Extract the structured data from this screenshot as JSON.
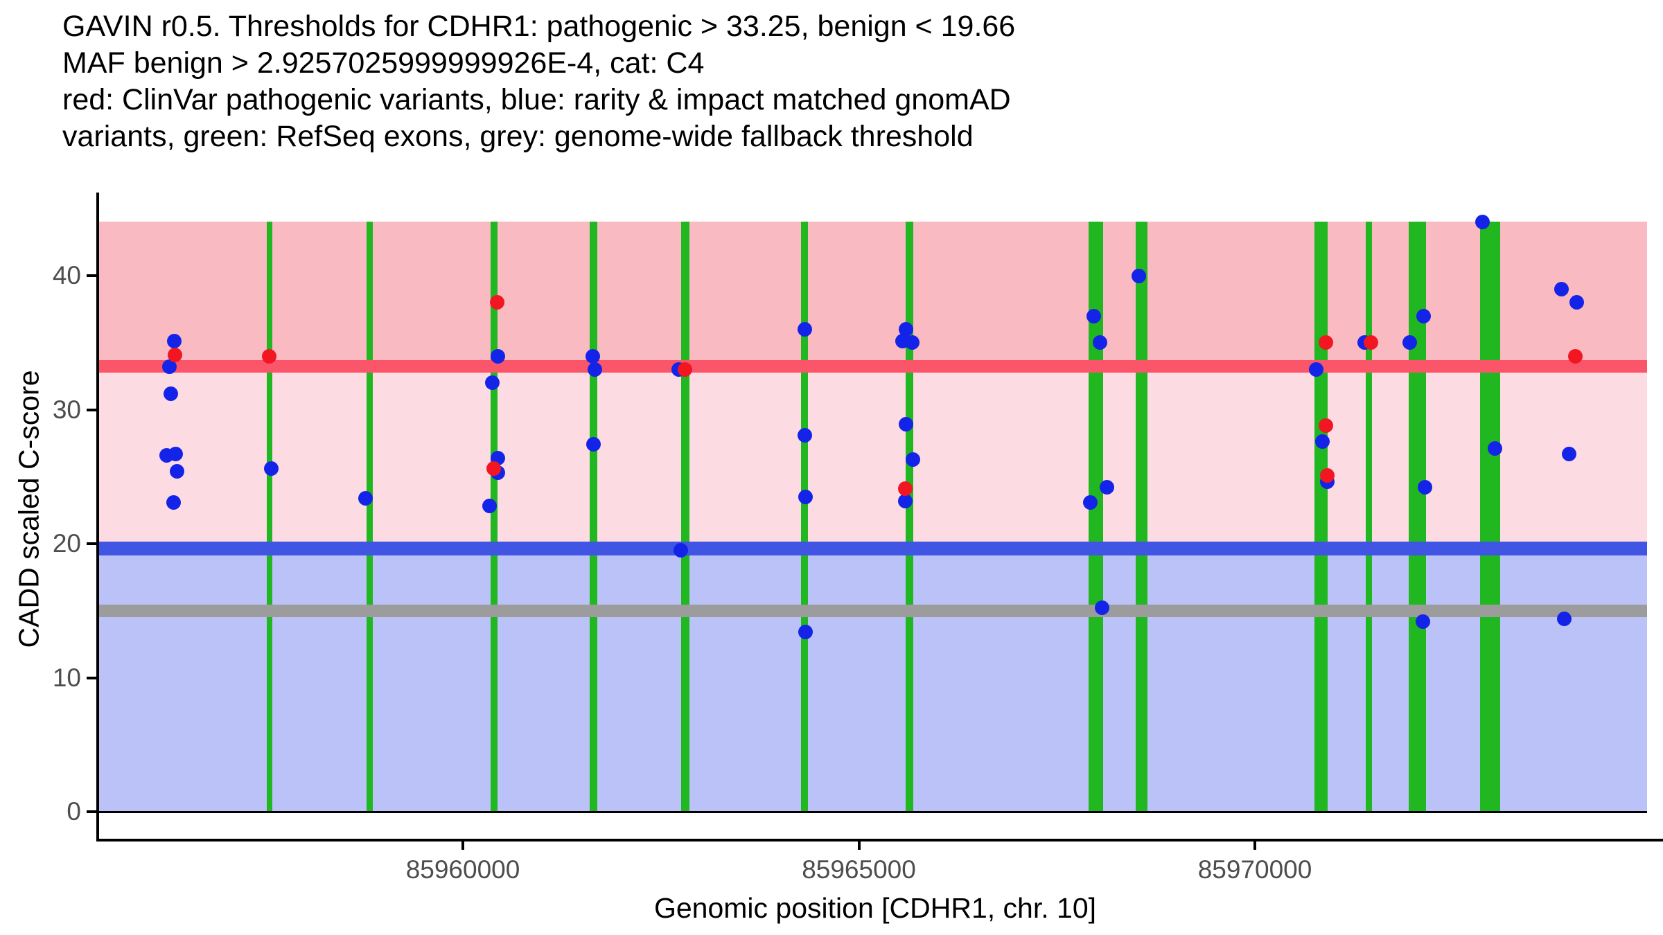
{
  "title_lines": [
    "GAVIN r0.5. Thresholds for CDHR1: pathogenic > 33.25, benign < 19.66",
    "MAF benign > 2.9257025999999926E-4, cat: C4",
    "red: ClinVar pathogenic variants, blue: rarity & impact matched gnomAD",
    "variants, green: RefSeq exons, grey: genome-wide fallback threshold"
  ],
  "axes": {
    "y_label": "CADD scaled C-score",
    "x_label": "Genomic position [CDHR1, chr. 10]",
    "y_ticks": [
      {
        "value": 0,
        "label": "0"
      },
      {
        "value": 10,
        "label": "10"
      },
      {
        "value": 20,
        "label": "20"
      },
      {
        "value": 30,
        "label": "30"
      },
      {
        "value": 40,
        "label": "40"
      }
    ],
    "x_ticks": [
      {
        "pos": 85960000,
        "label": "85960000"
      },
      {
        "pos": 85965000,
        "label": "85965000"
      },
      {
        "pos": 85970000,
        "label": "85970000"
      }
    ]
  },
  "colors": {
    "pathogenic_band": "#F9BAC1",
    "uncertain_band": "#FCDCE2",
    "benign_band": "#BAC2F8",
    "pathogenic_line": "#FA5569",
    "benign_line": "#4155E4",
    "fallback_line": "#9C9C9C",
    "exon_green": "#20B720",
    "clinvar_red": "#F21522",
    "gnomad_blue": "#1423E8",
    "axis_black": "#000000",
    "tick_grey": "#4d4d4d"
  },
  "chart_data": {
    "type": "scatter",
    "title": "GAVIN r0.5. Thresholds for CDHR1",
    "xlabel": "Genomic position [CDHR1, chr. 10]",
    "ylabel": "CADD scaled C-score",
    "xlim": [
      85955390,
      85975160
    ],
    "ylim": [
      0,
      44.03
    ],
    "grid": false,
    "legend_position": "none",
    "thresholds": {
      "pathogenic_gt": 33.25,
      "benign_lt": 19.66,
      "genome_wide_fallback": 15.0,
      "maf_benign_gt": "2.9257025999999926E-4",
      "category": "C4"
    },
    "bands": [
      {
        "name": "pathogenic-zone",
        "from": 33.25,
        "to": 44.03
      },
      {
        "name": "uncertain-zone",
        "from": 19.66,
        "to": 33.25
      },
      {
        "name": "benign-zone",
        "from": 0,
        "to": 19.66
      }
    ],
    "band_x_range": [
      85955390,
      85974950
    ],
    "exons_pos_widthbp": [
      [
        85957558,
        70
      ],
      [
        85958827,
        79
      ],
      [
        85960394,
        88
      ],
      [
        85961646,
        96
      ],
      [
        85962810,
        105
      ],
      [
        85964316,
        88
      ],
      [
        85965638,
        96
      ],
      [
        85967993,
        184
      ],
      [
        85968570,
        149
      ],
      [
        85970838,
        166
      ],
      [
        85971442,
        79
      ],
      [
        85972055,
        219
      ],
      [
        85972974,
        254
      ]
    ],
    "series": [
      {
        "name": "ClinVar pathogenic variants",
        "color_key": "clinvar_red",
        "points_pos_cadd": [
          [
            85956368,
            34.1
          ],
          [
            85957557,
            34.0
          ],
          [
            85960429,
            38.0
          ],
          [
            85960385,
            25.6
          ],
          [
            85962801,
            33.0
          ],
          [
            85965585,
            24.1
          ],
          [
            85970899,
            35.0
          ],
          [
            85970899,
            28.8
          ],
          [
            85970917,
            25.1
          ],
          [
            85971468,
            35.0
          ],
          [
            85974050,
            34.0
          ]
        ]
      },
      {
        "name": "rarity & impact matched gnomAD variants",
        "color_key": "gnomad_blue",
        "points_pos_cadd": [
          [
            85956359,
            35.1
          ],
          [
            85956298,
            33.2
          ],
          [
            85956315,
            31.2
          ],
          [
            85956262,
            26.6
          ],
          [
            85956376,
            26.7
          ],
          [
            85956394,
            25.4
          ],
          [
            85956350,
            23.1
          ],
          [
            85957584,
            25.6
          ],
          [
            85958774,
            23.4
          ],
          [
            85960438,
            34.0
          ],
          [
            85960376,
            32.0
          ],
          [
            85960438,
            26.4
          ],
          [
            85960446,
            25.3
          ],
          [
            85960341,
            22.8
          ],
          [
            85961637,
            34.0
          ],
          [
            85961663,
            33.0
          ],
          [
            85961646,
            27.4
          ],
          [
            85962722,
            33.0
          ],
          [
            85962748,
            19.5
          ],
          [
            85964316,
            36.0
          ],
          [
            85964316,
            28.1
          ],
          [
            85964325,
            23.5
          ],
          [
            85964325,
            13.4
          ],
          [
            85965594,
            36.0
          ],
          [
            85965550,
            35.1
          ],
          [
            85965673,
            35.0
          ],
          [
            85965594,
            28.9
          ],
          [
            85965681,
            26.3
          ],
          [
            85965585,
            23.2
          ],
          [
            85967966,
            37.0
          ],
          [
            85968045,
            35.0
          ],
          [
            85968132,
            24.2
          ],
          [
            85967922,
            23.1
          ],
          [
            85968071,
            15.2
          ],
          [
            85968534,
            40.0
          ],
          [
            85970777,
            33.0
          ],
          [
            85970855,
            27.6
          ],
          [
            85970917,
            24.6
          ],
          [
            85971389,
            35.0
          ],
          [
            85971959,
            35.0
          ],
          [
            85972134,
            37.0
          ],
          [
            85972152,
            24.2
          ],
          [
            85972125,
            14.2
          ],
          [
            85972878,
            44.0
          ],
          [
            85973035,
            27.1
          ],
          [
            85973875,
            39.0
          ],
          [
            85974068,
            38.0
          ],
          [
            85973971,
            26.7
          ],
          [
            85973910,
            14.4
          ]
        ]
      }
    ]
  }
}
